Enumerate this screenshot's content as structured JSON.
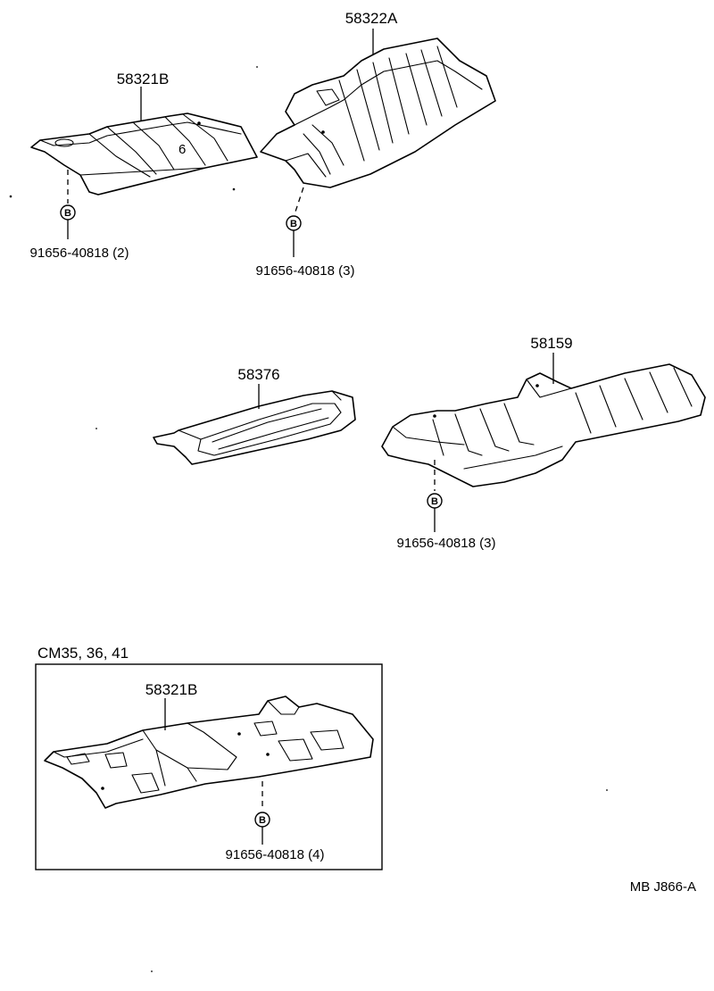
{
  "parts": {
    "p58321b_top": "58321B",
    "p58322a": "58322A",
    "p58376": "58376",
    "p58159": "58159",
    "p58321b_inset": "58321B"
  },
  "bolts": {
    "bolt_symbol": "B",
    "bolt1_label": "91656-40818 (2)",
    "bolt2_label": "91656-40818 (3)",
    "bolt3_label": "91656-40818 (3)",
    "bolt4_label": "91656-40818 (4)"
  },
  "inset": {
    "title": "CM35, 36, 41"
  },
  "footer": {
    "code": "MB  J866-A"
  }
}
